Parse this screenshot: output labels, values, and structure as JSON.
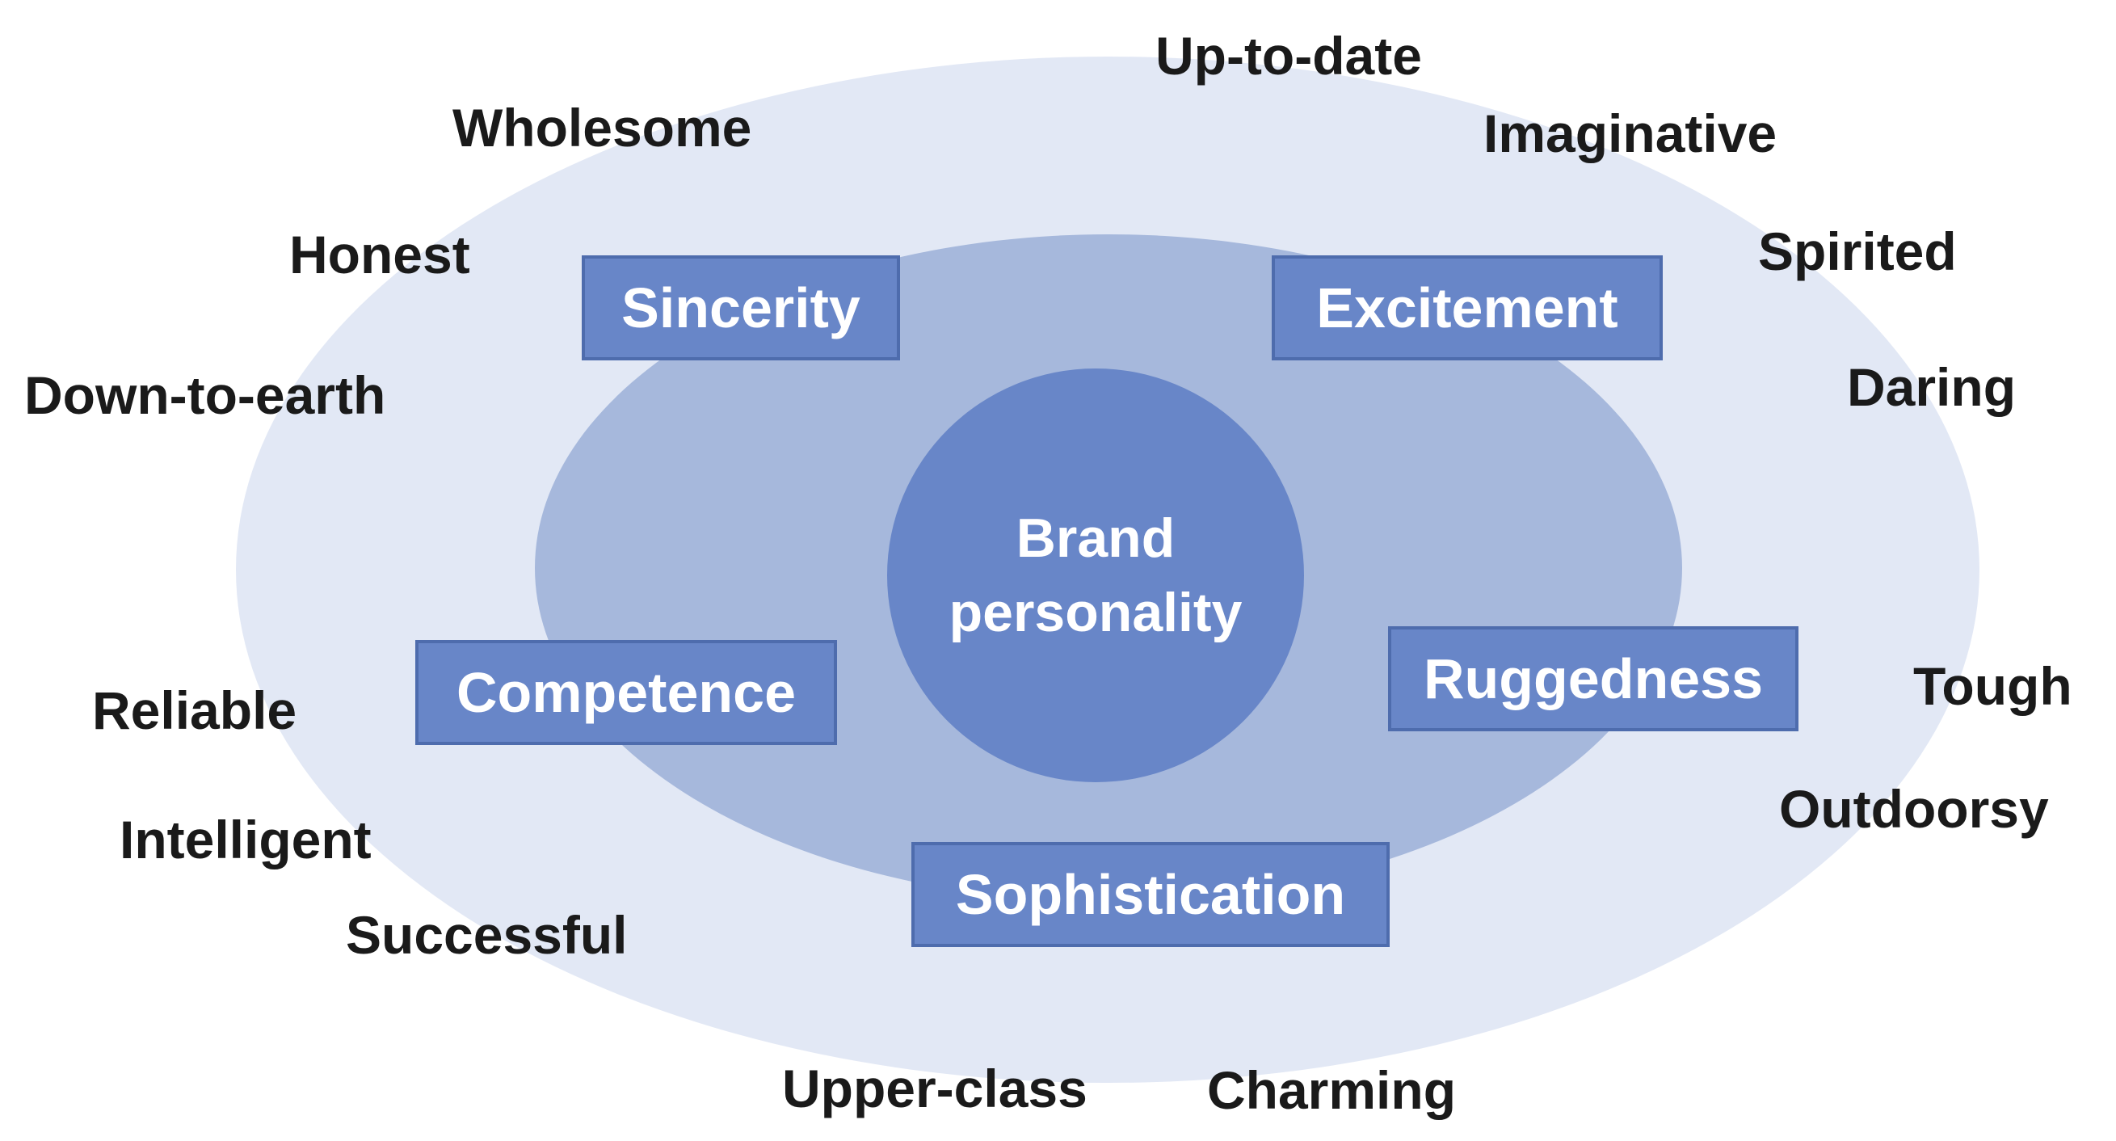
{
  "center": {
    "line1": "Brand",
    "line2": "personality"
  },
  "dimensions": {
    "sincerity": "Sincerity",
    "excitement": "Excitement",
    "competence": "Competence",
    "ruggedness": "Ruggedness",
    "sophistication": "Sophistication"
  },
  "traits": {
    "wholesome": "Wholesome",
    "honest": "Honest",
    "down_to_earth": "Down-to-earth",
    "up_to_date": "Up-to-date",
    "imaginative": "Imaginative",
    "spirited": "Spirited",
    "daring": "Daring",
    "reliable": "Reliable",
    "intelligent": "Intelligent",
    "successful": "Successful",
    "tough": "Tough",
    "outdoorsy": "Outdoorsy",
    "upper_class": "Upper-class",
    "charming": "Charming"
  },
  "colors": {
    "outer_ellipse": "#e2e8f5",
    "inner_ellipse": "#a6b8dc",
    "center_circle": "#6886c8",
    "box_fill": "#6886c8",
    "box_border": "#4e6cad",
    "box_text": "#ffffff",
    "trait_text": "#1a1a1a"
  }
}
